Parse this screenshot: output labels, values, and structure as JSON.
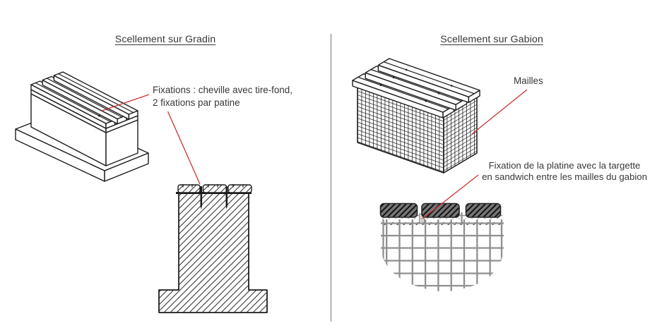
{
  "left_panel": {
    "title": "Scellement sur Gradin",
    "fixation_note": {
      "line1": "Fixations : cheville avec tire-fond,",
      "line2": "2 fixations par patine"
    }
  },
  "right_panel": {
    "title": "Scellement sur Gabion",
    "mesh_label": "Mailles",
    "fixation_note": {
      "line1": "Fixation de la platine avec la targette",
      "line2": "en sandwich entre les mailles du gabion"
    }
  },
  "colors": {
    "leader_red": "#cc3333",
    "line_black": "#1c1c1c",
    "mesh_gray": "#8f8f8f",
    "divider_gray": "#9b9b9b",
    "text": "#373737",
    "plank_dark": "#767676"
  }
}
